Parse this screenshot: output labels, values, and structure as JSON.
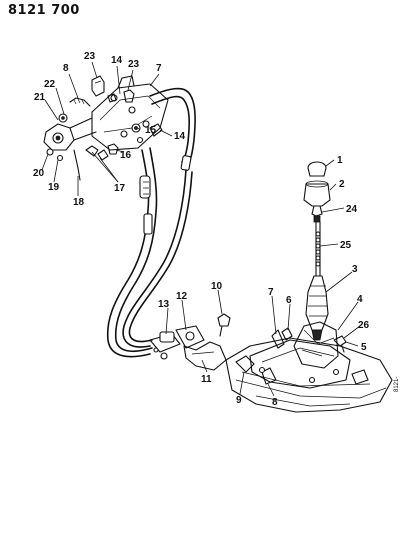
{
  "document_id": "8121 700",
  "callouts": {
    "c1": "1",
    "c2": "2",
    "c3": "3",
    "c4": "4",
    "c5": "5",
    "c6": "6",
    "c7a": "7",
    "c7b": "7",
    "c8a": "8",
    "c8b": "8",
    "c9": "9",
    "c10": "10",
    "c11": "11",
    "c12": "12",
    "c13": "13",
    "c14a": "14",
    "c14b": "14",
    "c15": "15",
    "c16": "16",
    "c17": "17",
    "c18": "18",
    "c19": "19",
    "c20": "20",
    "c21": "21",
    "c22": "22",
    "c23a": "23",
    "c23b": "23",
    "c24": "24",
    "c25": "25",
    "c26": "26"
  },
  "side_mark": "8121-"
}
